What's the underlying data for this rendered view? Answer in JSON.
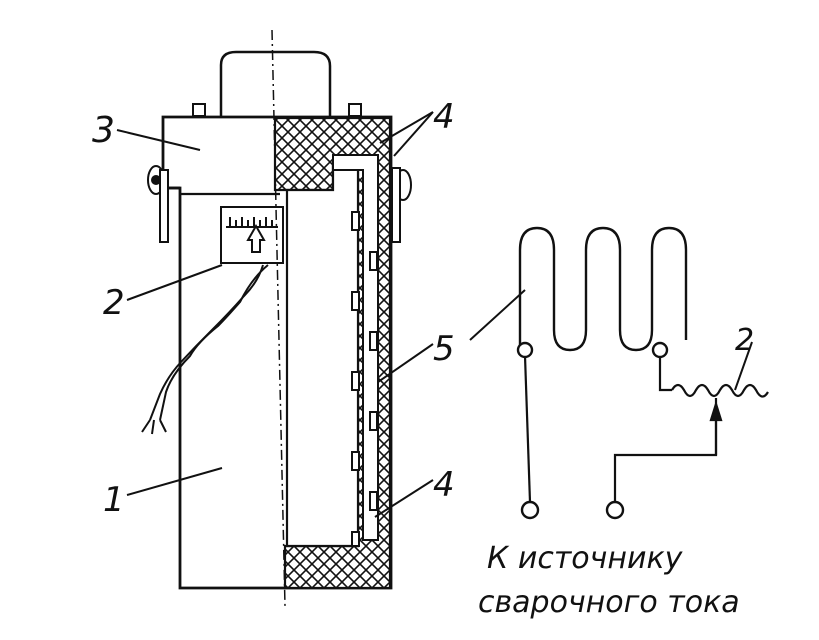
{
  "labels": {
    "one": "1",
    "two_left": "2",
    "three": "3",
    "four_top": "4",
    "four_bottom": "4",
    "five": "5",
    "two_right": "2"
  },
  "caption": {
    "line1": "К источнику",
    "line2": "сварочного тока"
  },
  "colors": {
    "ink": "#111111",
    "paper": "#ffffff"
  }
}
